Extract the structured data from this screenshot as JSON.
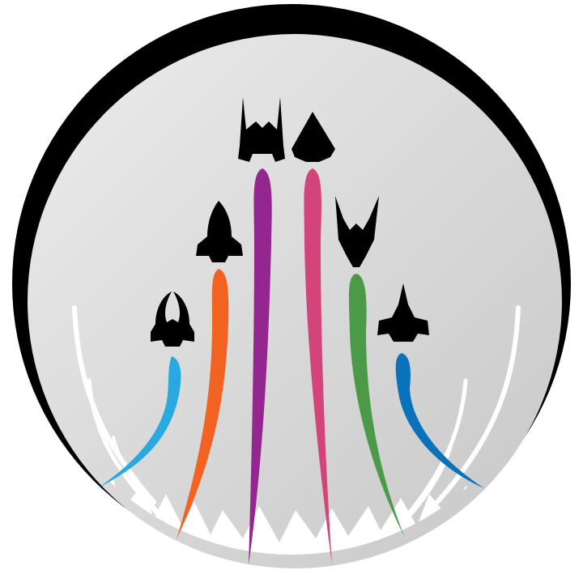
{
  "emblem": {
    "ring_color": "#000000",
    "disc_color_light": "#ececec",
    "disc_color_dark": "#c7c7c7",
    "ground_color": "#ffffff",
    "ship_color": "#000000"
  },
  "ships": [
    {
      "id": "ship-1",
      "shape": "claw-fighter",
      "trail_color": "#2aa8e0"
    },
    {
      "id": "ship-2",
      "shape": "space-shuttle",
      "trail_color": "#f26322"
    },
    {
      "id": "ship-3",
      "shape": "twin-prong",
      "trail_color": "#93278f"
    },
    {
      "id": "ship-4",
      "shape": "stealth-wing",
      "trail_color": "#d3447a"
    },
    {
      "id": "ship-5",
      "shape": "pincer-cruiser",
      "trail_color": "#4a9a47"
    },
    {
      "id": "ship-6",
      "shape": "x-wing-fighter",
      "trail_color": "#0a72ba"
    }
  ]
}
